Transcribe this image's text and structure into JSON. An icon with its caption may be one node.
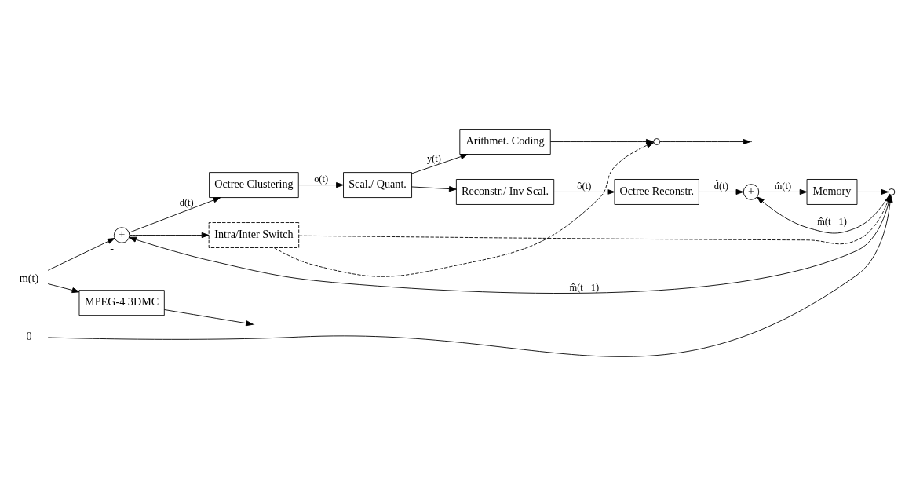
{
  "diagram": {
    "nodes": [
      {
        "text": [
          "m(t)"
        ]
      },
      {
        "text": [
          "+"
        ],
        "beside": [
          "-"
        ]
      },
      {
        "text": [
          "Octree Clustering"
        ]
      },
      {
        "text": [
          "Scal./ Quant."
        ]
      },
      {
        "text": [
          "Arithmet. Coding"
        ]
      },
      {
        "text": [
          "MPEG-4 3DMC"
        ]
      },
      {
        "text": [
          "Reconstr./ Inv Scal."
        ]
      },
      {
        "text": [
          "Intra/Inter Switch"
        ]
      },
      {
        "text": [
          "Octree Reconstr."
        ]
      },
      {
        "text": [
          "+"
        ]
      },
      {
        "text": [
          "Memory"
        ]
      },
      {
        "text": [],
        "shape": "circle"
      },
      {
        "text": [
          "0"
        ]
      },
      {
        "text": [],
        "shape": "circle"
      }
    ],
    "edges": [
      {
        "from": 0,
        "to": 1,
        "arrow": "to"
      },
      {
        "from": 0,
        "to": 5,
        "arrow": "to"
      },
      {
        "from": 1,
        "to": 2,
        "arrow": "to",
        "label": "d(t)"
      },
      {
        "from": 2,
        "to": 3,
        "arrow": "to",
        "label": "o(t)"
      },
      {
        "from": 3,
        "to": 4,
        "arrow": "to",
        "label": "y(t)"
      },
      {
        "from": 3,
        "to": 6,
        "arrow": "to"
      },
      {
        "from": 1,
        "to": 7,
        "arrow": "to"
      },
      {
        "from": 6,
        "to": 8,
        "arrow": "to",
        "label": "ô(t)"
      },
      {
        "from": 8,
        "to": 9,
        "arrow": "to",
        "label": "d̂(t)"
      },
      {
        "from": 9,
        "to": 10,
        "arrow": "to",
        "label": "m̂(t)"
      },
      {
        "from": 10,
        "to": 11,
        "arrow": "to"
      },
      {
        "from": 12,
        "to": 11,
        "arrow": "to"
      },
      {
        "from": 11,
        "to": 1,
        "arrow": "to",
        "label": "m̂(t −1)"
      },
      {
        "from": 11,
        "to": 9,
        "arrow": "to",
        "label": "m̂(t −1)"
      },
      {
        "from": 7,
        "to": 11,
        "arrow": "to",
        "style": "dashed"
      },
      {
        "from": 7,
        "to": 13,
        "arrow": "to",
        "style": "dashed"
      },
      {
        "from": 4,
        "to": 13,
        "arrow": "to"
      },
      {
        "from": 13,
        "to": null,
        "arrow": "to"
      },
      {
        "from": 5,
        "to": null,
        "arrow": "to"
      }
    ]
  }
}
